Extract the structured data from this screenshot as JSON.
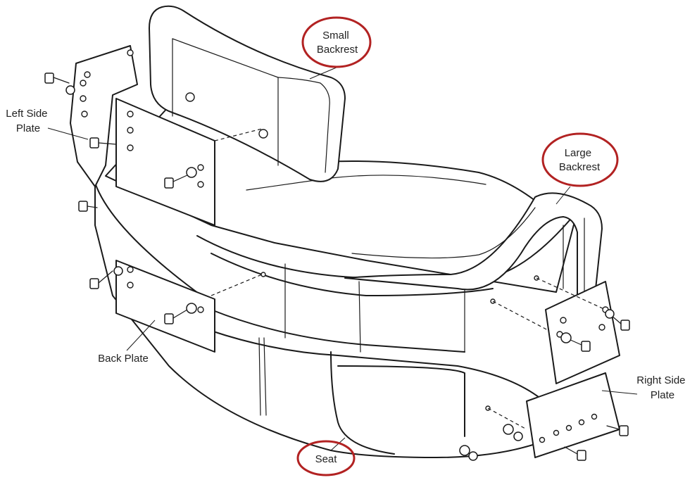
{
  "labels": {
    "small_backrest": [
      "Small",
      "Backrest"
    ],
    "large_backrest": [
      "Large",
      "Backrest"
    ],
    "left_side_plate": [
      "Left Side",
      "Plate"
    ],
    "right_side_plate": [
      "Right Side",
      "Plate"
    ],
    "back_plate": "Back Plate",
    "seat": "Seat"
  },
  "colors": {
    "highlight_oval": "#b22222",
    "line": "#1a1a1a",
    "background": "#ffffff"
  }
}
